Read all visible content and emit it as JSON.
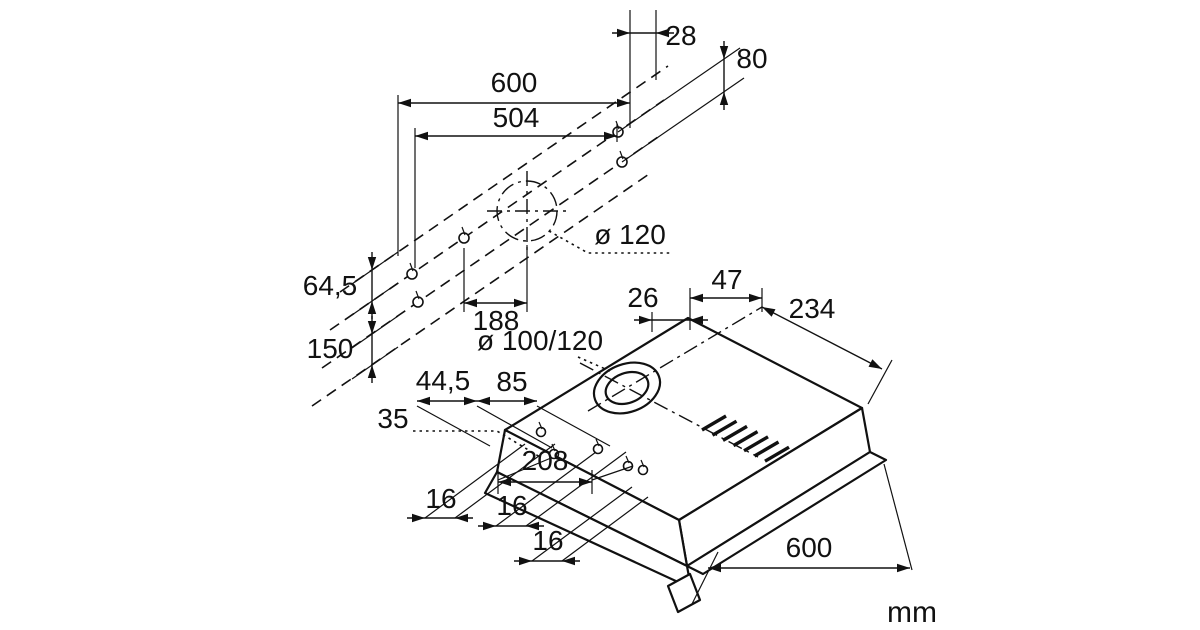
{
  "title": "Cooker hood installation dimension drawing",
  "unit_label": "mm",
  "colors": {
    "ink": "#111111",
    "background": "#ffffff"
  },
  "template_view": {
    "width_total": "600",
    "hole_spacing": "504",
    "edge_offset": "28",
    "hole_row_gap": "80",
    "top_offset": "64,5",
    "bottom_offset": "150",
    "center_offset": "188",
    "duct_diameter": "ø 120"
  },
  "hood_view": {
    "duct_offset_depth": "47",
    "duct_offset_side": "26",
    "back_depth": "234",
    "duct_diameter": "ø 100/120",
    "offset_front": "44,5",
    "offset_mid": "85",
    "offset_side": "35",
    "hole_span": "208",
    "spacing_a": "16",
    "spacing_b": "16",
    "spacing_c": "16",
    "width_total": "600"
  }
}
